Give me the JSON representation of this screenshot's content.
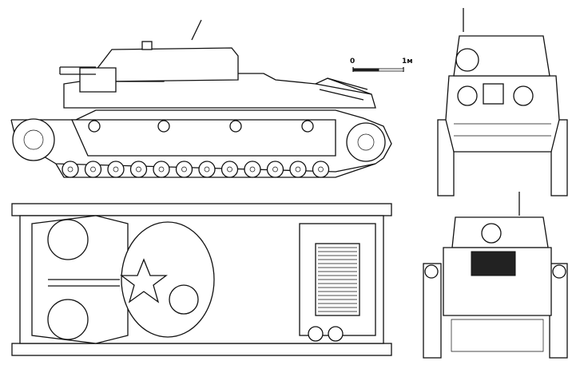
{
  "drawing": {
    "scale_bar": {
      "start_label": "0",
      "end_label": "1м"
    },
    "views": [
      "side-view",
      "front-view",
      "top-view",
      "rear-view"
    ],
    "colors": {
      "ink": "#111111",
      "paper": "#ffffff"
    }
  }
}
